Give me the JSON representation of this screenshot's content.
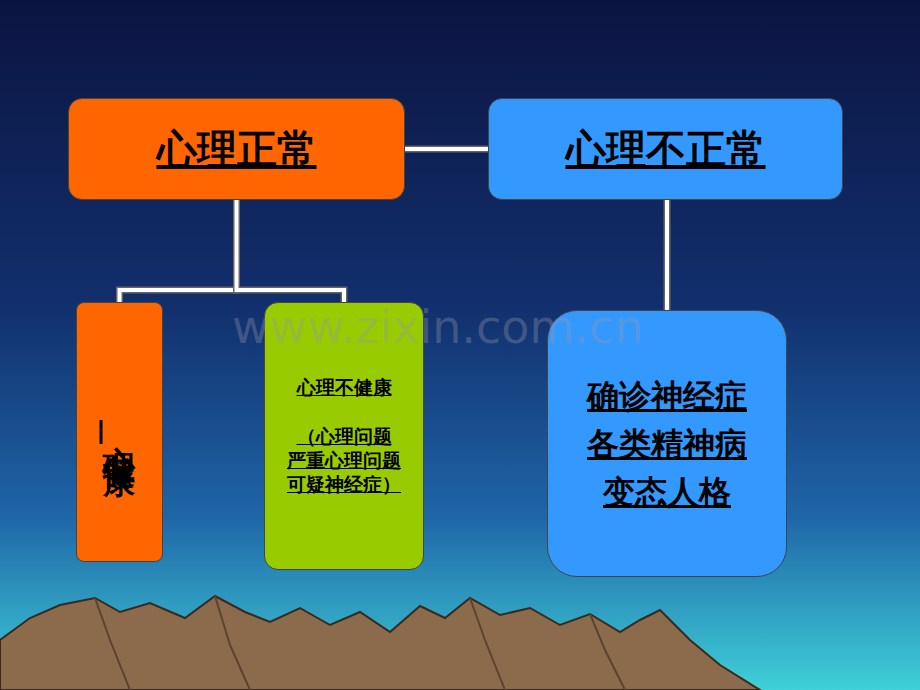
{
  "diagram": {
    "nodes": [
      {
        "text": [
          "心理正常"
        ]
      },
      {
        "text": [
          "心理不正常"
        ]
      },
      {
        "text": [
          "心理健康"
        ]
      },
      {
        "text": [
          "心理不健康",
          "（心理问题 严重心理问题 可疑神经症）"
        ]
      },
      {
        "text": [
          "确诊神经症",
          "各类精神病",
          "变态人格"
        ]
      }
    ],
    "edges": [
      {
        "from": 0,
        "to": 1,
        "arrow": "none"
      },
      {
        "from": 0,
        "to": 2,
        "arrow": "none"
      },
      {
        "from": 0,
        "to": 3,
        "arrow": "none"
      },
      {
        "from": 1,
        "to": 4,
        "arrow": "none"
      }
    ],
    "labels": [
      "www.zixin.com.cn"
    ]
  }
}
